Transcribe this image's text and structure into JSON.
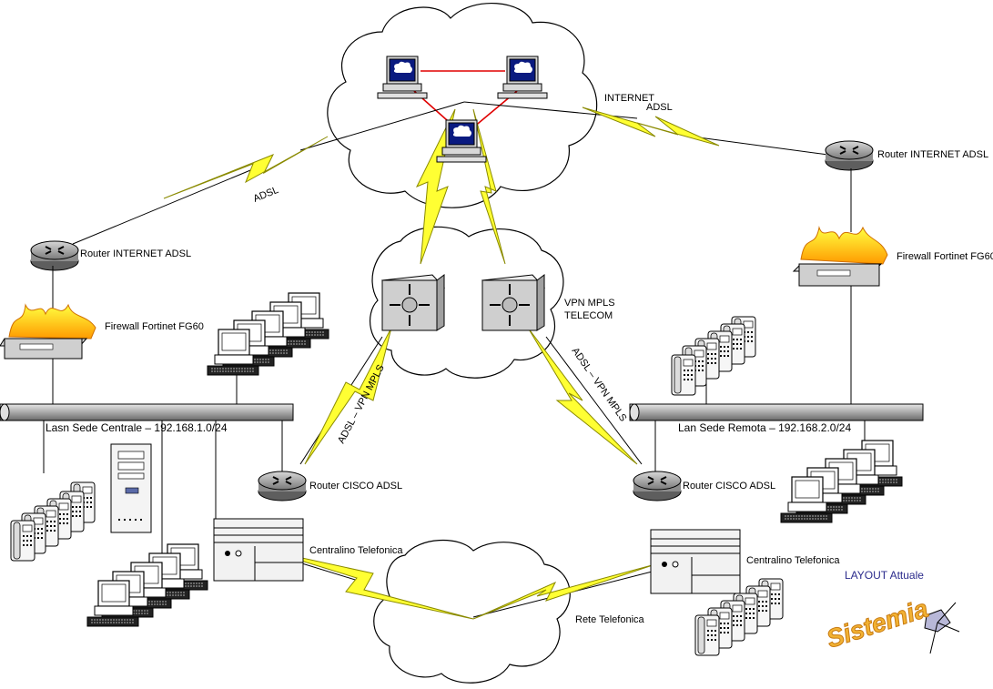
{
  "labels": {
    "internet": "INTERNET",
    "adsl_internet": "ADSL",
    "adsl_left": "ADSL",
    "router_internet_left": "Router INTERNET ADSL",
    "router_internet_right": "Router INTERNET ADSL",
    "firewall_left": "Firewall Fortinet FG60",
    "firewall_right": "Firewall Fortinet FG60",
    "vpn_line1": "VPN MPLS",
    "vpn_line2": "TELECOM",
    "adsl_vpn_left": "ADSL – VPN MPLS",
    "adsl_vpn_right": "ADSL – VPN MPLS",
    "lan_central": "Lasn Sede Centrale – 192.168.1.0/24",
    "lan_remote": "Lan Sede Remota – 192.168.2.0/24",
    "router_cisco_left": "Router CISCO ADSL",
    "router_cisco_right": "Router CISCO ADSL",
    "pbx_left": "Centralino Telefonica",
    "pbx_right": "Centralino Telefonica",
    "phone_network": "Rete Telefonica",
    "layout_title": "LAYOUT  Attuale",
    "logo": "Sistemia"
  },
  "colors": {
    "lightning": "#ffff33",
    "lightning_stroke": "#8a8a00",
    "internet_links": "#e00000",
    "lan_bar": "#b4b4b4",
    "title": "#2b2b8c",
    "logo": "#f2b233"
  },
  "icons": [
    "cloud",
    "workstation",
    "router",
    "firewall",
    "mpls-switch",
    "server-tower",
    "pbx",
    "phone",
    "computer"
  ]
}
